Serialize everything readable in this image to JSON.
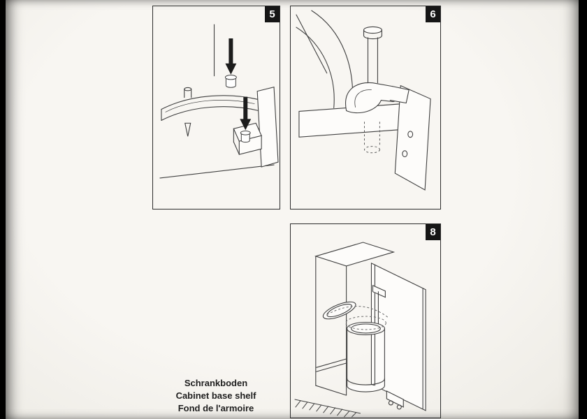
{
  "page": {
    "paper_color": "#f6f4ef",
    "line_color": "#3f3f3f",
    "badge_bg": "#161616",
    "badge_text_color": "#ffffff"
  },
  "panels": [
    {
      "step": "5"
    },
    {
      "step": "6"
    },
    {
      "step": "8"
    }
  ],
  "caption": {
    "lines": [
      "Schrankboden",
      "Cabinet base shelf",
      "Fond de l'armoire"
    ]
  }
}
